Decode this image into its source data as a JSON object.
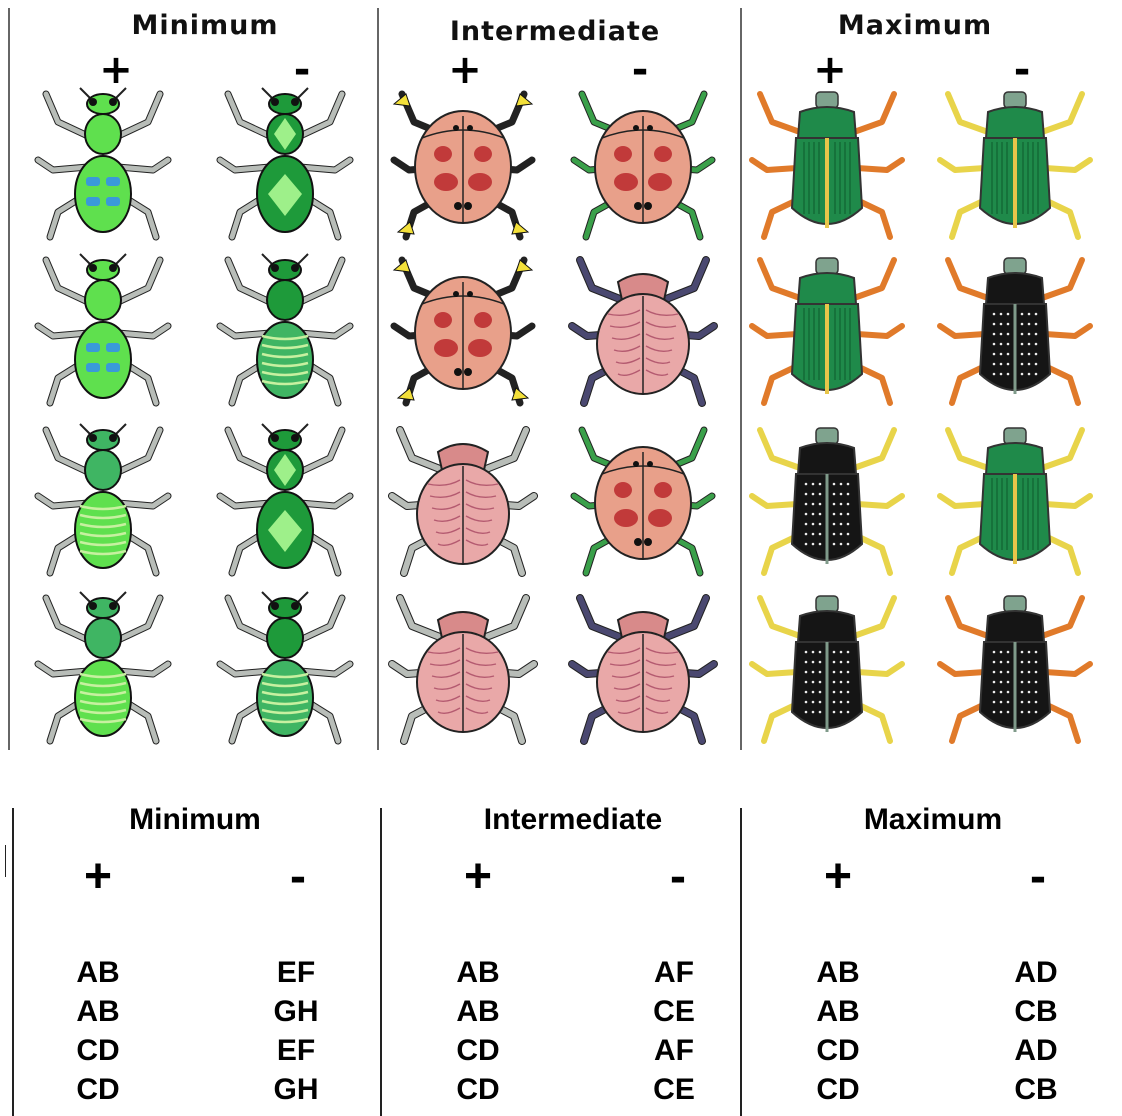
{
  "figure": {
    "panel_titles": [
      "Minimum",
      "Intermediate",
      "Maximum"
    ],
    "signs": [
      "+",
      "-"
    ],
    "colors": {
      "wasp_bright": "#5fe04e",
      "wasp_dark": "#1e9a3a",
      "wasp_striped": "#3fb563",
      "ladybug_body": "#e8a08a",
      "ladybug_spot": "#c13a3a",
      "ladybug_plain": "#e9a8a8",
      "beetle_green": "#1f8a4a",
      "beetle_black": "#151515",
      "leg_orange": "#e07a2a",
      "leg_yellow": "#e8d44a",
      "leg_gray": "#b8bdb8",
      "leg_navy": "#4a4870"
    },
    "insects": {
      "minimum": [
        [
          "wasp-bright-blue-spots-icon",
          "wasp-diamond-dark-green-icon"
        ],
        [
          "wasp-bright-blue-spots-icon",
          "wasp-striped-green-icon"
        ],
        [
          "wasp-striped-bright-icon",
          "wasp-diamond-dark-green-icon"
        ],
        [
          "wasp-striped-bright-icon",
          "wasp-striped-green-icon"
        ]
      ],
      "intermediate": [
        [
          "ladybug-spotted-yellow-tips-icon",
          "ladybug-spotted-green-legs-icon"
        ],
        [
          "ladybug-spotted-yellow-tips-icon",
          "beetle-pink-navy-legs-icon"
        ],
        [
          "beetle-pink-gray-legs-icon",
          "ladybug-spotted-green-legs-icon"
        ],
        [
          "beetle-pink-gray-legs-icon",
          "beetle-pink-navy-legs-icon"
        ]
      ],
      "maximum": [
        [
          "beetle-green-orange-legs-icon",
          "beetle-green-yellow-legs-icon"
        ],
        [
          "beetle-green-orange-legs-icon",
          "beetle-black-orange-legs-icon"
        ],
        [
          "beetle-black-yellow-legs-icon",
          "beetle-green-yellow-legs-icon"
        ],
        [
          "beetle-black-yellow-legs-icon",
          "beetle-black-orange-legs-icon"
        ]
      ]
    }
  },
  "table": {
    "group_titles": [
      "Minimum",
      "Intermediate",
      "Maximum"
    ],
    "signs": [
      "+",
      "-"
    ],
    "minimum_plus": [
      "AB",
      "AB",
      "CD",
      "CD"
    ],
    "minimum_minus": [
      "EF",
      "GH",
      "EF",
      "GH"
    ],
    "intermediate_plus": [
      "AB",
      "AB",
      "CD",
      "CD"
    ],
    "intermediate_minus": [
      "AF",
      "CE",
      "AF",
      "CE"
    ],
    "maximum_plus": [
      "AB",
      "AB",
      "CD",
      "CD"
    ],
    "maximum_minus": [
      "AD",
      "CB",
      "AD",
      "CB"
    ]
  }
}
